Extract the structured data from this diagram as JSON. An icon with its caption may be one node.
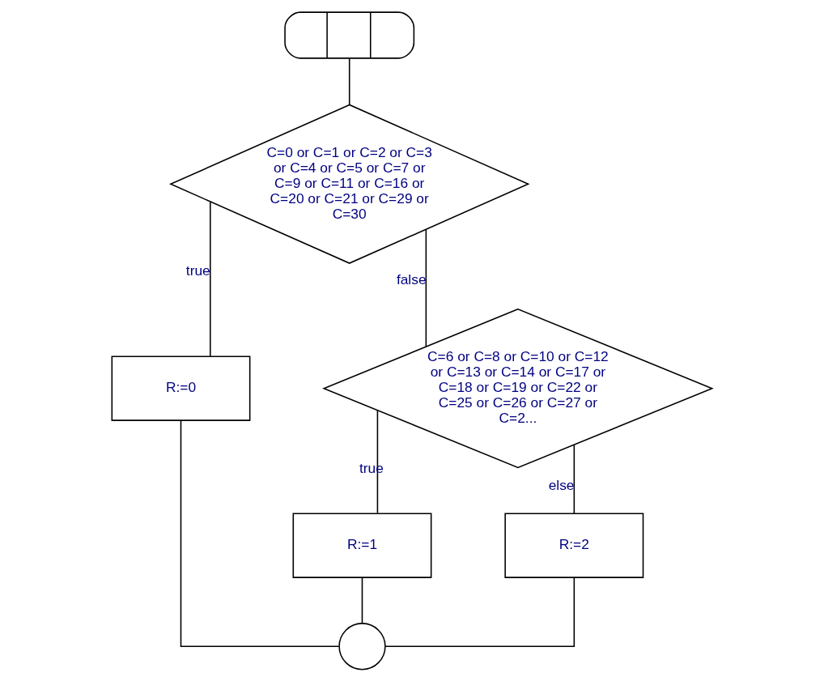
{
  "diagram": {
    "nodes": [
      {
        "text": [],
        "shape": "terminal"
      },
      {
        "text": [
          "C=0 or C=1 or C=2 or C=3 or C=4 or C=5 or C=7 or C=9 or C=11 or C=16 or C=20 or C=21 or C=29 or C=30"
        ]
      },
      {
        "text": [
          "R:=0"
        ]
      },
      {
        "text": [
          "C=6 or C=8 or C=10 or C=12 or C=13 or C=14 or C=17 or C=18 or C=19 or C=22 or C=25 or C=26 or C=27 or C=2..."
        ]
      },
      {
        "text": [
          "R:=1"
        ]
      },
      {
        "text": [
          "R:=2"
        ]
      },
      {
        "text": [],
        "shape": "circle"
      }
    ],
    "edges": [
      {
        "from": 0,
        "to": 1,
        "arrow": "none"
      },
      {
        "from": 1,
        "to": 2,
        "arrow": "none",
        "label": "true"
      },
      {
        "from": 1,
        "to": 3,
        "arrow": "none",
        "label": "false"
      },
      {
        "from": 3,
        "to": 4,
        "arrow": "none",
        "label": "true"
      },
      {
        "from": 3,
        "to": 5,
        "arrow": "none",
        "label": "else"
      },
      {
        "from": 2,
        "to": 6,
        "arrow": "none"
      },
      {
        "from": 4,
        "to": 6,
        "arrow": "none"
      },
      {
        "from": 5,
        "to": 6,
        "arrow": "none"
      }
    ]
  }
}
